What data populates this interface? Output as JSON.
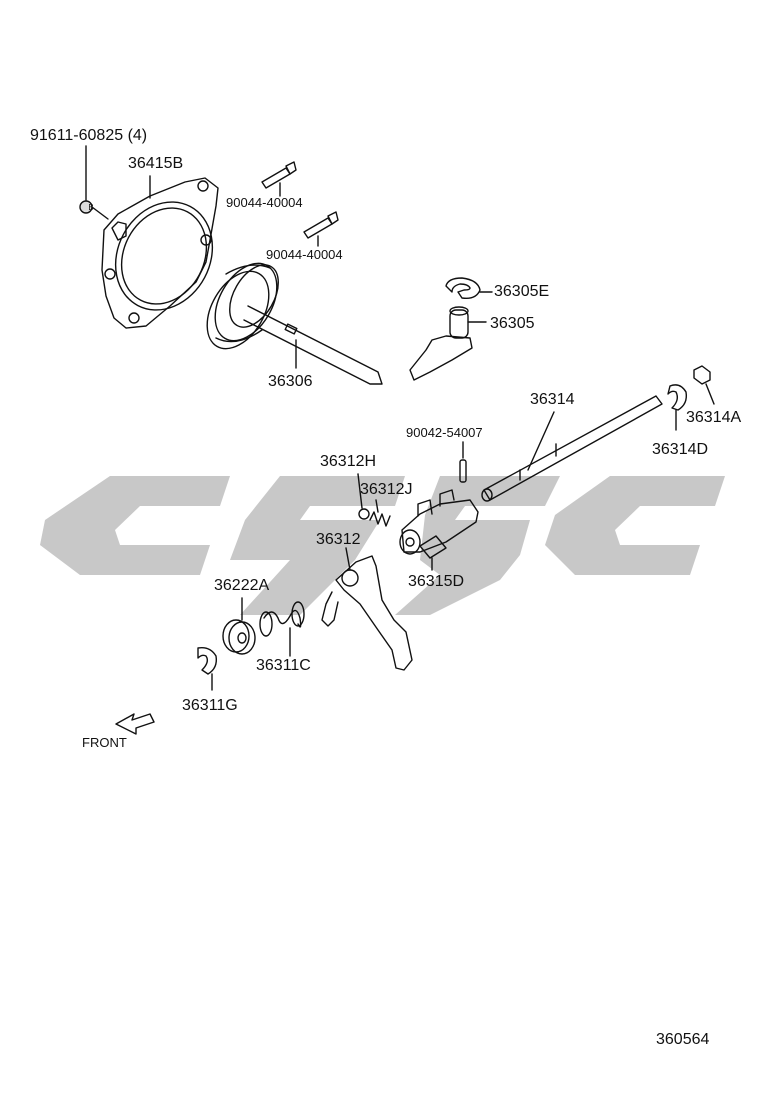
{
  "diagram": {
    "watermark_color": "#c8c8c8",
    "line_color": "#111111",
    "labels": {
      "p91611": "91611-60825 (4)",
      "p36415B": "36415B",
      "p90044a": "90044-40004",
      "p90044b": "90044-40004",
      "p36305E": "36305E",
      "p36305": "36305",
      "p36306": "36306",
      "p36314": "36314",
      "p36314A": "36314A",
      "p36314D": "36314D",
      "p90042": "90042-54007",
      "p36312H": "36312H",
      "p36312J": "36312J",
      "p36312": "36312",
      "p36315D": "36315D",
      "p36222A": "36222A",
      "p36311C": "36311C",
      "p36311G": "36311G",
      "front": "FRONT",
      "bolt_marker": "B",
      "diagram_id": "360564"
    }
  }
}
